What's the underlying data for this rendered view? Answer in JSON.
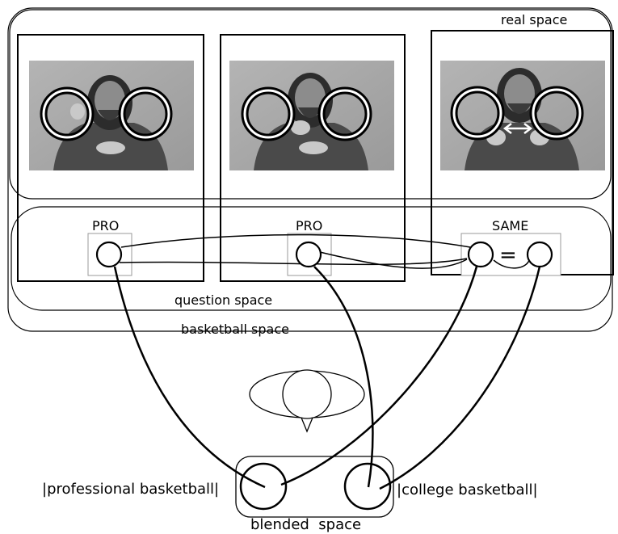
{
  "labels": {
    "real_space": "real space",
    "question_space": "question space",
    "basketball_space": "basketball space",
    "blended_space": "blended  space",
    "pro_1": "PRO",
    "pro_2": "PRO",
    "same": "SAME",
    "professional_basketball": "|professional basketball|",
    "college_basketball": "|college basketball|",
    "equals_sign": "="
  },
  "photos": [
    {
      "gesture": "pointing toward viewer's left circle"
    },
    {
      "gesture": "pointing toward viewer's left circle"
    },
    {
      "gesture": "two hands with double-headed arrow between circles"
    }
  ],
  "colors": {
    "line": "#000000",
    "box": "#999999",
    "photo_bg": "#a9a9a9",
    "background": "#ffffff"
  }
}
